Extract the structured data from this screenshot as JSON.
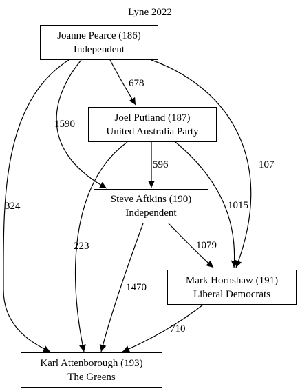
{
  "title": "Lyne 2022",
  "nodes": [
    {
      "id": "joanne",
      "name": "Joanne Pearce (186)",
      "party": "Independent"
    },
    {
      "id": "joel",
      "name": "Joel Putland (187)",
      "party": "United Australia Party"
    },
    {
      "id": "steve",
      "name": "Steve Aftkins (190)",
      "party": "Independent"
    },
    {
      "id": "mark",
      "name": "Mark Hornshaw (191)",
      "party": "Liberal Democrats"
    },
    {
      "id": "karl",
      "name": "Karl Attenborough (193)",
      "party": "The Greens"
    }
  ],
  "edges": [
    {
      "from": "joanne",
      "to": "joel",
      "votes": "678"
    },
    {
      "from": "joanne",
      "to": "steve",
      "votes": "1590"
    },
    {
      "from": "joanne",
      "to": "mark",
      "votes": "107"
    },
    {
      "from": "joanne",
      "to": "karl",
      "votes": "324"
    },
    {
      "from": "joel",
      "to": "steve",
      "votes": "596"
    },
    {
      "from": "joel",
      "to": "mark",
      "votes": "1015"
    },
    {
      "from": "joel",
      "to": "karl",
      "votes": "223"
    },
    {
      "from": "steve",
      "to": "mark",
      "votes": "1079"
    },
    {
      "from": "steve",
      "to": "karl",
      "votes": "1470"
    },
    {
      "from": "mark",
      "to": "karl",
      "votes": "710"
    }
  ]
}
